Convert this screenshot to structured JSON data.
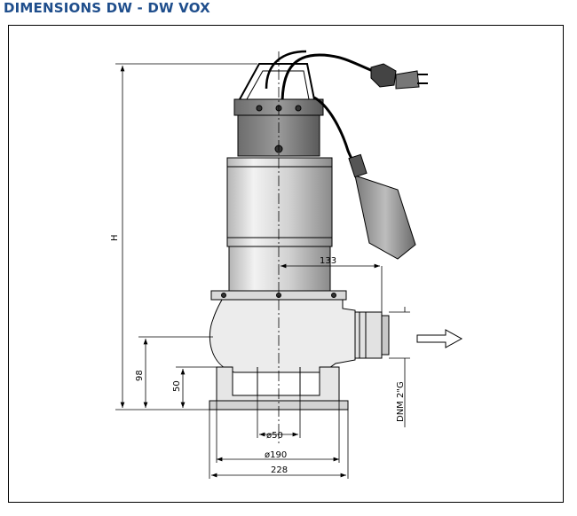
{
  "title": "DIMENSIONS DW - DW VOX",
  "labels": {
    "height": "H",
    "d133": "133",
    "d98": "98",
    "d50": "50",
    "phi50": "ø50",
    "phi190": "ø190",
    "d228": "228",
    "outlet": "DNM 2\"G"
  }
}
